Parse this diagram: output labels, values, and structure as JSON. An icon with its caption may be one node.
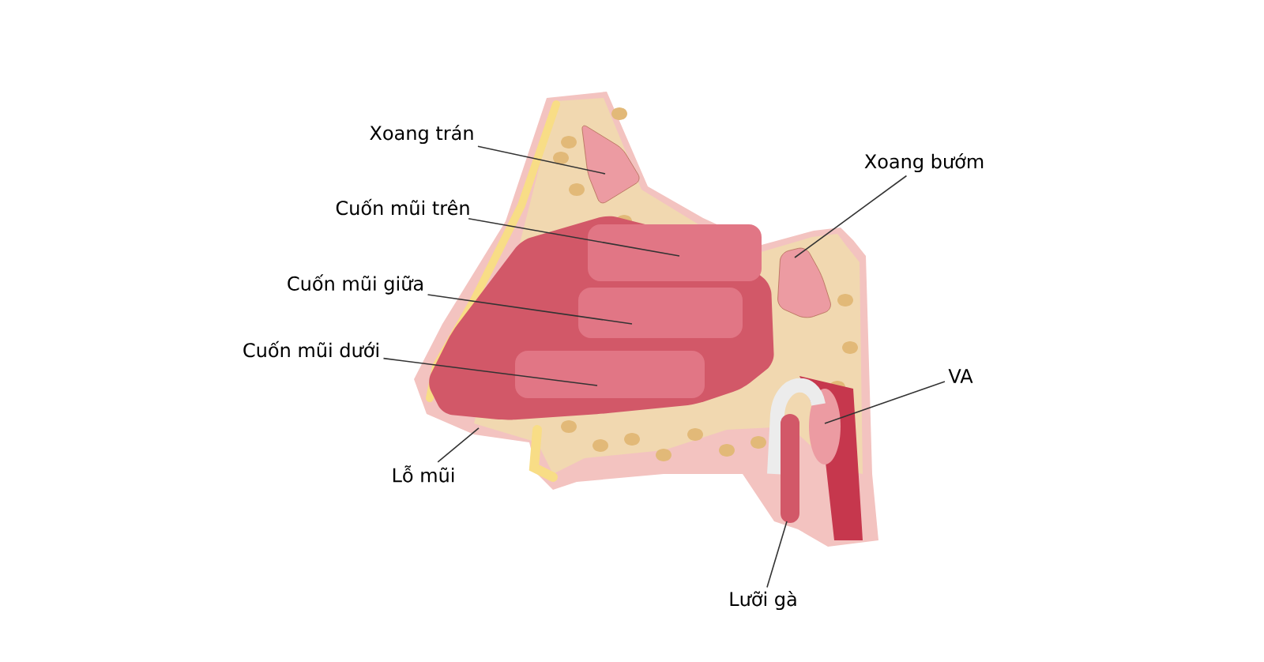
{
  "diagram": {
    "nodes": [
      {
        "text": [
          "Xoang trán"
        ]
      },
      {
        "text": [
          "Cuốn mũi trên"
        ]
      },
      {
        "text": [
          "Cuốn mũi giữa"
        ]
      },
      {
        "text": [
          "Cuốn mũi dưới"
        ]
      },
      {
        "text": [
          "Lỗ mũi"
        ]
      },
      {
        "text": [
          "Xoang bướm"
        ]
      },
      {
        "text": [
          "VA"
        ]
      },
      {
        "text": [
          "Lưỡi gà"
        ]
      }
    ],
    "edges": [
      {
        "from": 0,
        "to": null,
        "arrow": "none"
      },
      {
        "from": 1,
        "to": null,
        "arrow": "none"
      },
      {
        "from": 2,
        "to": null,
        "arrow": "none"
      },
      {
        "from": 3,
        "to": null,
        "arrow": "none"
      },
      {
        "from": 4,
        "to": null,
        "arrow": "none"
      },
      {
        "from": 5,
        "to": null,
        "arrow": "none"
      },
      {
        "from": 6,
        "to": null,
        "arrow": "none"
      },
      {
        "from": 7,
        "to": null,
        "arrow": "none"
      }
    ]
  }
}
